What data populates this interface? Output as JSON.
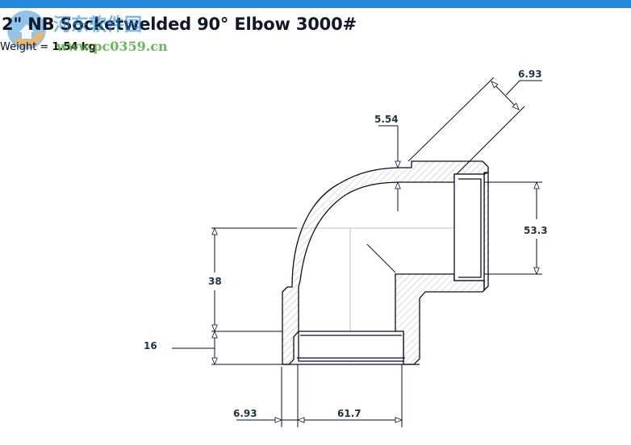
{
  "header": {
    "bar_color": "#2589db",
    "title": "2\" NB Socketwelded 90° Elbow 3000#",
    "weight_label": "Weight = ",
    "weight_value": "1.54 kg"
  },
  "watermark": {
    "chinese_text": "河东软件园",
    "url": "www.pc0359.cn"
  },
  "drawing": {
    "line_color": "#0a0f2a",
    "hatch_color": "#b8b8b8",
    "centerline_color": "#c0c0c0",
    "dimensions": {
      "socket_wall_diagonal": "6.93",
      "body_wall_thickness": "5.54",
      "socket_bore_diameter": "53.3",
      "center_to_bottom": "38",
      "socket_depth": "16",
      "bottom_wall": "6.93",
      "bore_width": "61.7"
    }
  }
}
